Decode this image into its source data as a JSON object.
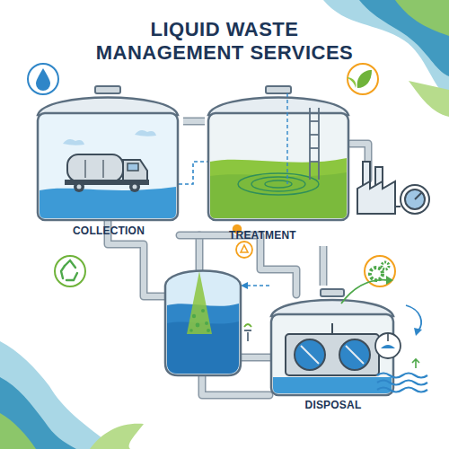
{
  "diagram": {
    "title": "LIQUID WASTE MANAGEMENT SERVICES",
    "nodes": [
      {
        "text": [
          "COLLECTION"
        ]
      },
      {
        "text": [
          "TREATMENT"
        ]
      },
      {
        "text": [
          "DISPOSAL"
        ]
      }
    ],
    "edges": [
      {
        "from": 0,
        "to": 1,
        "arrow": "none"
      },
      {
        "from": 1,
        "to": 2,
        "arrow": "none"
      }
    ]
  }
}
